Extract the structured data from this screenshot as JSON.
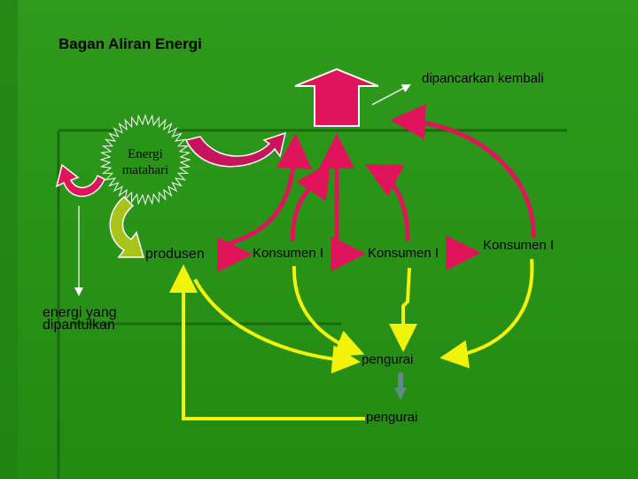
{
  "title": "Bagan Aliran Energi",
  "labels": {
    "reradiated": "dipancarkan kembali",
    "sun_line1": "Energi",
    "sun_line2": "matahari",
    "producer": "produsen",
    "consumer_1": "Konsumen I",
    "consumer_2": "Konsumen I",
    "consumer_3": "Konsumen I",
    "reflected_line1": "energi yang",
    "reflected_line2": "dipantulkan",
    "decomposer_1": "pengurai",
    "decomposer_2": "pengurai"
  },
  "colors": {
    "background": "#2a9418",
    "heat_arrows": "#e0145a",
    "decomposer_arrows": "#f2f20a",
    "sun_outline": "#ffffff",
    "producer_arrow": "#a8c41a",
    "thin_arrows": "#ffffff"
  }
}
